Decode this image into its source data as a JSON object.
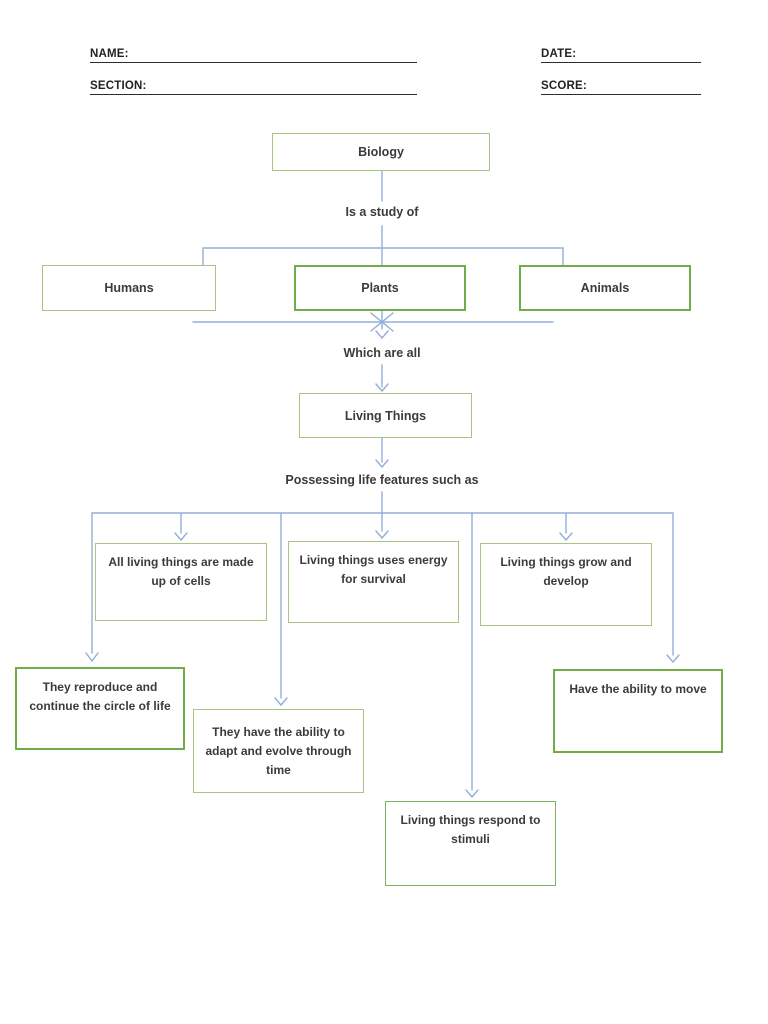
{
  "header": {
    "fields": [
      {
        "label": "NAME:",
        "value": ""
      },
      {
        "label": "DATE:",
        "value": ""
      },
      {
        "label": "SECTION:",
        "value": ""
      },
      {
        "label": "SCORE:",
        "value": ""
      }
    ]
  },
  "diagram": {
    "nodes": {
      "root": "Biology",
      "humans": "Humans",
      "plants": "Plants",
      "animals": "Animals",
      "living_things": "Living Things",
      "cells": "All living things are made up of cells",
      "energy": "Living things uses energy for survival",
      "grow": "Living things grow and develop",
      "reproduce": "They reproduce and continue the circle of life",
      "adapt": "They have the ability to adapt and evolve through time",
      "move": "Have the ability to move",
      "respond": "Living things respond to stimuli"
    },
    "edge_labels": {
      "is_a_study_of": "Is a study of",
      "which_are_all": "Which are all",
      "possessing": "Possessing life features such as"
    }
  },
  "colors": {
    "box-green-dark": "#70ad47",
    "box-green-light": "#a8c585",
    "box-green-medium": "#7cb35f",
    "line-blue": "#92afd7",
    "text-dark": "#3b3b3b",
    "header-text": "#222222"
  }
}
